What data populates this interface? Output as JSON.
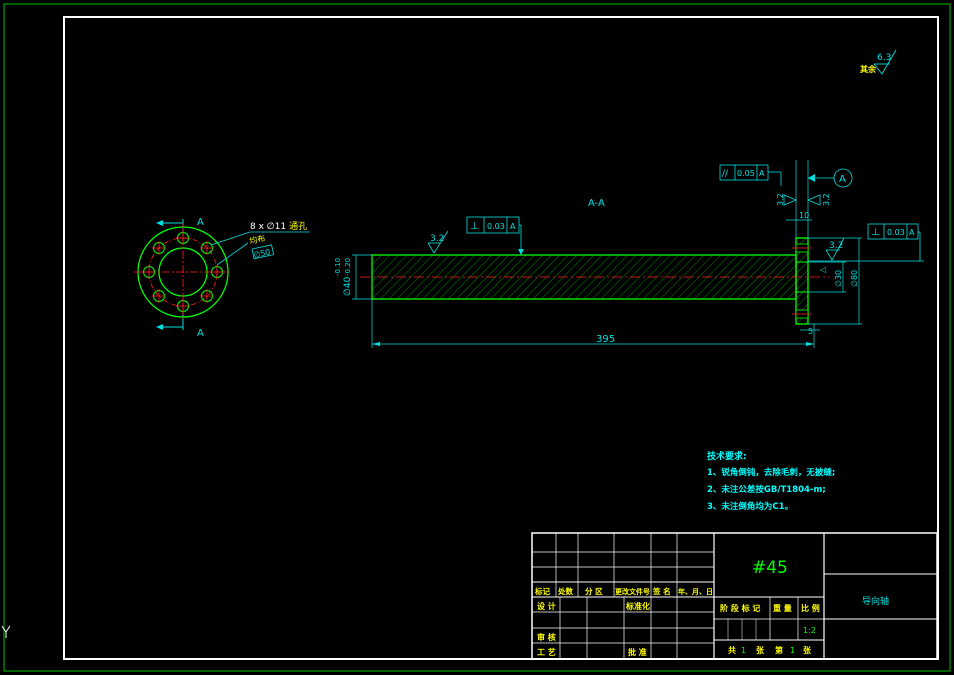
{
  "colors": {
    "background": "#000000",
    "frame": "#ffffff",
    "outer_border": "#00c000",
    "part": "#00ff00",
    "dim": "#00e0e0",
    "hatch": "#00cc00",
    "center": "#ff2020",
    "note": "#00ffff",
    "title_text": "#ffffff",
    "yellow": "#ffff00"
  },
  "flange_view": {
    "cut_label_top": "A",
    "cut_label_bottom": "A",
    "holes_note_prefix": "8 x ",
    "holes_note_dia": "∅11",
    "holes_note_suffix": "通孔",
    "pcd_note": "均布",
    "pcd_value": "∅50"
  },
  "shaft_view": {
    "section_label": "A-A",
    "roughness_left": "3.2",
    "perp_symbol": "⊥",
    "perp_value": "0.03",
    "perp_datum": "A",
    "parallel_symbol": "//",
    "parallel_value": "0.05",
    "parallel_datum": "A",
    "datum_label": "A",
    "roughness_face_left": "3.2",
    "roughness_face_right": "3.2",
    "dim_thickness": "10",
    "perp2_symbol": "⊥",
    "perp2_value": "0.03",
    "perp2_datum": "A",
    "roughness_right": "3.2",
    "dia_shaft_main": "∅40",
    "dia_shaft_tol_top": "-0.10",
    "dia_shaft_tol_bottom": "-0.20",
    "dia_30": "∅30",
    "dia_80": "∅80",
    "dim_length": "395",
    "dim_small": "5"
  },
  "roughness_general": {
    "value": "6.3",
    "label": "其余"
  },
  "notes": {
    "heading": "技术要求:",
    "items": [
      "1、锐角倒钝，去除毛刺，无披缝;",
      "2、未注公差按GB/T1804-m;",
      "3、未注倒角均为C1。"
    ]
  },
  "title_block": {
    "material": "#45",
    "part_name": "导向轴",
    "header_labels": [
      "标记",
      "处数",
      "分 区",
      "更改文件号",
      "签 名",
      "年、月、日"
    ],
    "row_design": "设 计",
    "row_standard": "标准化",
    "row_review": "审 核",
    "row_process": "工 艺",
    "row_approve": "批 准",
    "stage_label": "阶 段 标 记",
    "weight_label": "重 量",
    "scale_label": "比 例",
    "scale_value": "1:2",
    "sheets_total_prefix": "共",
    "sheets_total": "1",
    "sheets_total_suffix": "张",
    "sheet_no_prefix": "第",
    "sheet_no": "1",
    "sheet_no_suffix": "张"
  }
}
